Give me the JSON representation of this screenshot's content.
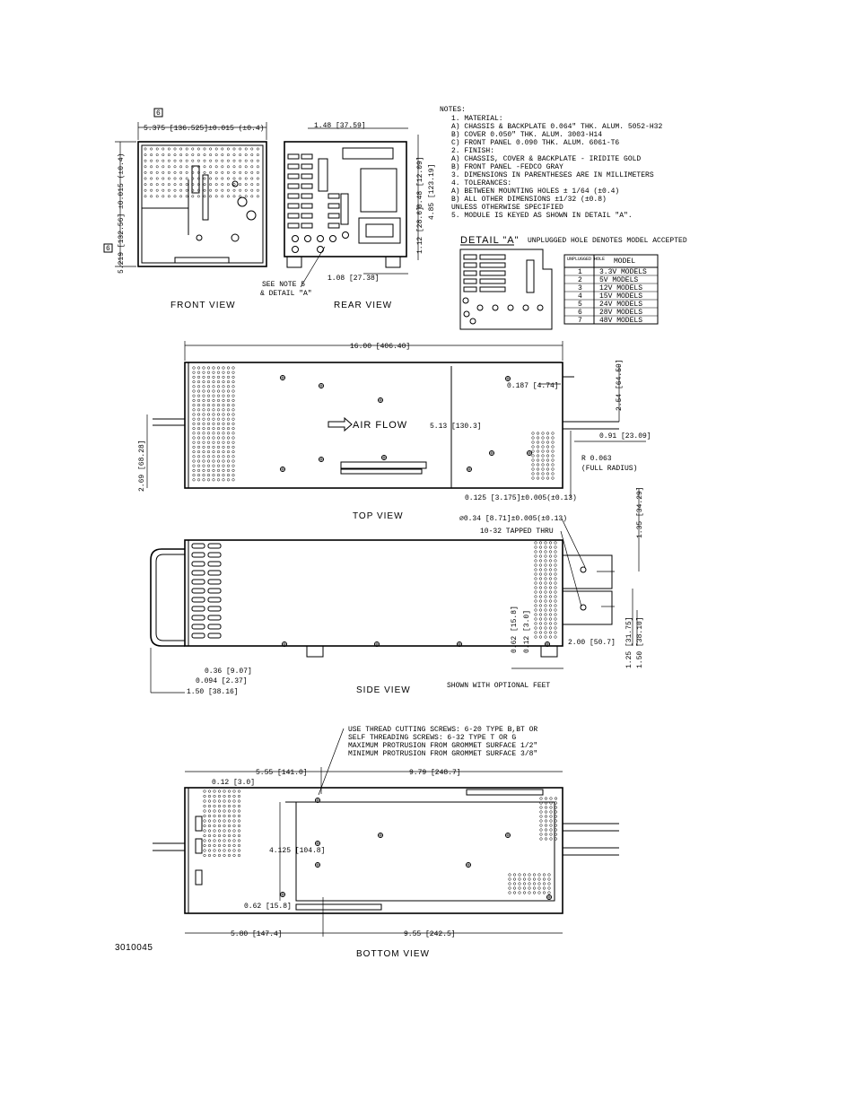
{
  "views": {
    "front": "FRONT VIEW",
    "rear": "REAR VIEW",
    "top": "TOP VIEW",
    "side": "SIDE VIEW",
    "bottom": "BOTTOM VIEW"
  },
  "drawing_number": "3010045",
  "notes": {
    "title": "NOTES:",
    "lines": [
      "1. MATERIAL:",
      "   A) CHASSIS & BACKPLATE 0.064\" THK. ALUM. 5052-H32",
      "   B) COVER 0.050\" THK. ALUM. 3003-H14",
      "   C) FRONT PANEL 0.090 THK. ALUM. 6061-T6",
      "2. FINISH:",
      "   A) CHASSIS, COVER & BACKPLATE - IRIDITE GOLD",
      "   B) FRONT PANEL -FEDCO GRAY",
      "3. DIMENSIONS IN PARENTHESES ARE IN MILLIMETERS",
      "4. TOLERANCES:",
      "   A) BETWEEN MOUNTING HOLES ± 1/64 (±0.4)",
      "   B) ALL OTHER DIMENSIONS ±1/32 (±0.8)",
      "      UNLESS OTHERWISE SPECIFIED",
      "5. MODULE IS KEYED AS SHOWN IN DETAIL \"A\"."
    ]
  },
  "detail": {
    "title": "DETAIL \"A\"",
    "caption": "UNPLUGGED HOLE DENOTES MODEL ACCEPTED",
    "table_headers": [
      "UNPLUGGED HOLE",
      "MODEL"
    ],
    "rows": [
      [
        "1",
        "3.3V MODELS"
      ],
      [
        "2",
        "5V MODELS"
      ],
      [
        "3",
        "12V MODELS"
      ],
      [
        "4",
        "15V MODELS"
      ],
      [
        "5",
        "24V MODELS"
      ],
      [
        "6",
        "28V MODELS"
      ],
      [
        "7",
        "48V MODELS"
      ]
    ]
  },
  "front_dims": {
    "width": "5.375 [136.525]±0.015 (±0.4)",
    "height": "5.219 [132.56] ±0.015 (±0.4)",
    "note_ref": "6"
  },
  "rear_dims": {
    "top": "1.48 [37.59]",
    "bottom": "1.08 [27.38]",
    "right_a": "0.48 [12.09]",
    "right_b": "4.85 [123.19]",
    "right_c": "1.12 [28.6]",
    "see_note_1": "SEE NOTE 5",
    "see_note_2": "& DETAIL \"A\""
  },
  "top_dims": {
    "length": "16.00 [406.40]",
    "height": "2.69 [68.28]",
    "airflow": "AIR FLOW",
    "mid": "5.13 [130.3]",
    "a": "0.187 [4.74]",
    "b": "2.54 [64.59]",
    "c": "0.91 [23.09]",
    "radius1": "R 0.063",
    "radius2": "(FULL RADIUS)",
    "slot": "0.125 [3.175]±0.005(±0.13)"
  },
  "side_dims": {
    "hole": "⌀0.34 [8.71]±0.005(±0.13)",
    "tap": "10-32 TAPPED THRU",
    "right_top": "1.35 [34.29]",
    "a": "0.62 [15.8]",
    "b": "0.12 [3.0]",
    "c": "2.00 [50.7]",
    "d": "1.25 [31.75]",
    "e": "1.50 [38.10]",
    "f": "0.36 [9.07]",
    "g": "0.094 [2.37]",
    "h": "1.50 [38.16]",
    "feet": "SHOWN WITH OPTIONAL FEET"
  },
  "bottom_dims": {
    "screw_lines": [
      "USE THREAD CUTTING SCREWS: 6-20 TYPE B,BT OR",
      "SELF THREADING SCREWS: 6-32 TYPE T OR G",
      "MAXIMUM PROTRUSION FROM GROMMET SURFACE 1/2\"",
      "MINIMUM PROTRUSION FROM GROMMET SURFACE 3/8\""
    ],
    "top_left": "5.55 [141.0]",
    "top_right": "9.79 [248.7]",
    "small": "0.12 [3.0]",
    "mid": "4.125 [104.8]",
    "low": "0.62 [15.8]",
    "bot_left": "5.80 [147.4]",
    "bot_right": "9.55 [242.5]"
  }
}
